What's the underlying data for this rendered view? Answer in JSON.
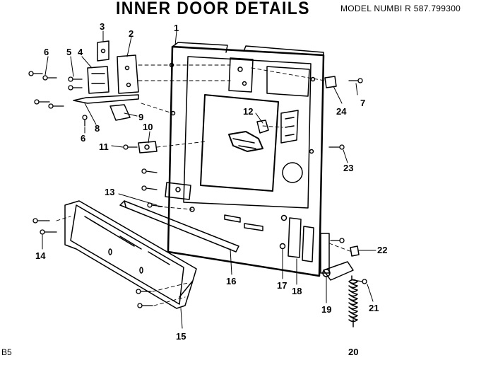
{
  "diagram": {
    "title": "INNER DOOR DETAILS",
    "model_text": "MODEL NUMBI R 587.799300",
    "page_ref": "B5",
    "callouts": [
      "1",
      "2",
      "3",
      "4",
      "5",
      "6",
      "6",
      "7",
      "8",
      "9",
      "10",
      "11",
      "12",
      "13",
      "14",
      "15",
      "16",
      "17",
      "18",
      "19",
      "20",
      "21",
      "22",
      "23",
      "24"
    ]
  },
  "colors": {
    "ink": "#000000",
    "paper": "#ffffff"
  }
}
